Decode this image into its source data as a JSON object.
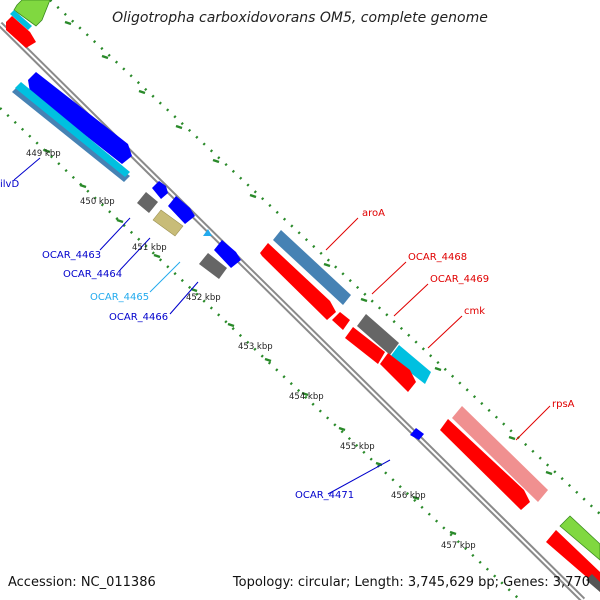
{
  "title": "Oligotropha carboxidovorans OM5, complete genome",
  "footer": {
    "accession": "Accession: NC_011386",
    "summary": "Topology: circular; Length: 3,745,629 bp; Genes: 3,770"
  },
  "ticks": {
    "t449": "449 kbp",
    "t450": "450 kbp",
    "t451": "451 kbp",
    "t452": "452 kbp",
    "t453": "453 kbp",
    "t454": "454 kbp",
    "t455": "455 kbp",
    "t456": "456 kbp",
    "t457": "457 kbp"
  },
  "genes": {
    "ilvD": "ilvD",
    "ocar4463": "OCAR_4463",
    "ocar4464": "OCAR_4464",
    "ocar4465": "OCAR_4465",
    "ocar4466": "OCAR_4466",
    "ocar4471": "OCAR_4471",
    "aroA": "aroA",
    "ocar4468": "OCAR_4468",
    "ocar4469": "OCAR_4469",
    "cmk": "cmk",
    "rpsA": "rpsA"
  },
  "colors": {
    "backbone": "#8a8a8a",
    "dots": "#2a8a2a",
    "red": "#ff0000",
    "blue": "#0000ff",
    "cyan": "#00c0e0",
    "steelblue": "#4682b4",
    "gray": "#666666",
    "khaki": "#c8bc78",
    "pink": "#f09090",
    "green": "#80d840",
    "label_red": "#e00000",
    "label_blue": "#0000cc",
    "label_lightblue": "#22aaee"
  }
}
